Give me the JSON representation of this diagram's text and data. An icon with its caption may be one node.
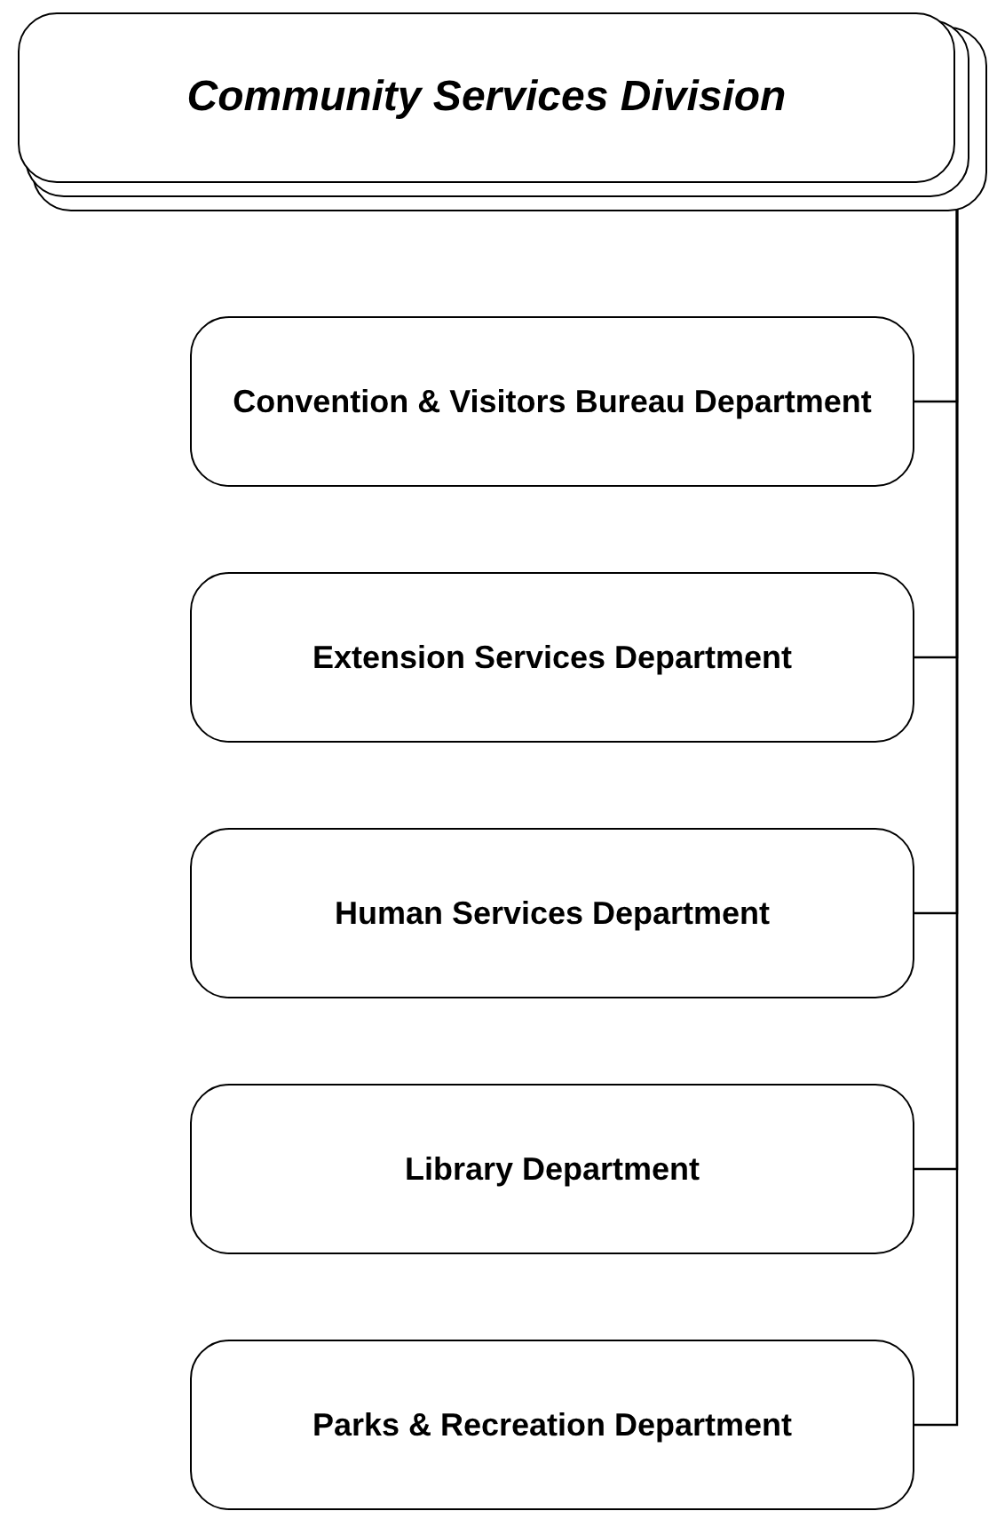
{
  "diagram": {
    "nodes": [
      {
        "text": [
          "Community Services Division"
        ]
      },
      {
        "text": [
          "Convention & Visitors Bureau Department"
        ]
      },
      {
        "text": [
          "Extension Services Department"
        ]
      },
      {
        "text": [
          "Human Services Department"
        ]
      },
      {
        "text": [
          "Library Department"
        ]
      },
      {
        "text": [
          "Parks & Recreation Department"
        ]
      }
    ],
    "edges": [
      {
        "from": 0,
        "to": 1,
        "arrow": "none"
      },
      {
        "from": 0,
        "to": 2,
        "arrow": "none"
      },
      {
        "from": 0,
        "to": 3,
        "arrow": "none"
      },
      {
        "from": 0,
        "to": 4,
        "arrow": "none"
      },
      {
        "from": 0,
        "to": 5,
        "arrow": "none"
      }
    ]
  }
}
